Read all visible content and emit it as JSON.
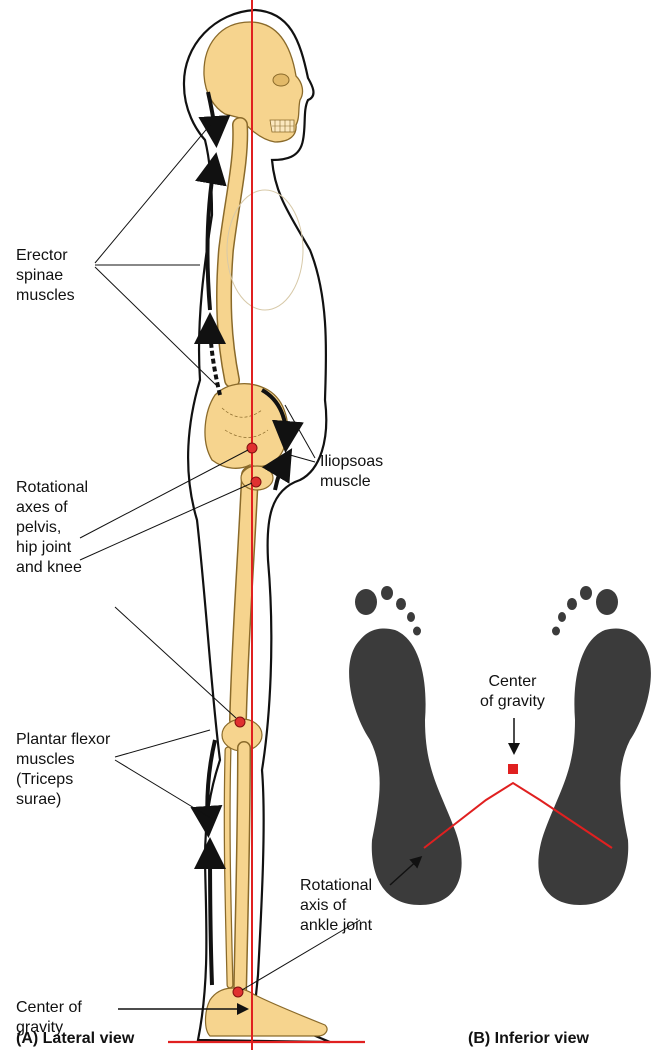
{
  "labels": {
    "erector_spinae": "Erector\nspinae\nmuscles",
    "iliopsoas": "Iliopsoas\nmuscle",
    "rotational_axes": "Rotational\naxes of\npelvis,\nhip joint\nand knee",
    "plantar_flexor": "Plantar flexor\nmuscles\n(Triceps\nsurae)",
    "center_of_gravity_lateral": "Center of\ngravity",
    "center_of_gravity_inferior": "Center\nof gravity",
    "ankle_axis": "Rotational\naxis of\nankle joint"
  },
  "captions": {
    "lateral": "(A) Lateral view",
    "inferior": "(B) Inferior view"
  },
  "colors": {
    "bone": "#f6d48e",
    "bone_outline": "#8a6a2a",
    "gravity_line": "#e02020",
    "muscle_arrow": "#111111",
    "foot": "#3b3b3b",
    "axis_dot": "#e03030"
  }
}
